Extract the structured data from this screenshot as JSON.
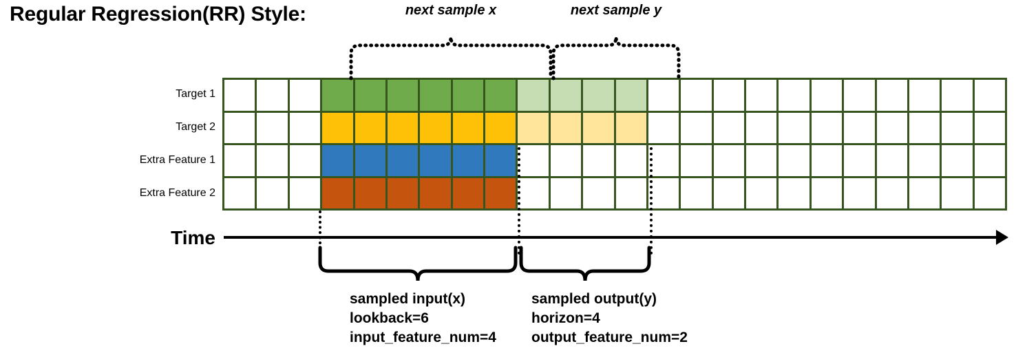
{
  "title": "Regular Regression(RR) Style:",
  "colors": {
    "grid_border": "#37551f",
    "target1_dark": "#6fab4b",
    "target1_light": "#c6ddb4",
    "target2_dark": "#ffc107",
    "target2_light": "#ffe49b",
    "extra1": "#2f79bc",
    "extra2": "#c5540f",
    "empty": "#ffffff",
    "axis": "#000000"
  },
  "rows": [
    {
      "label": "Target 1",
      "name": "target-1"
    },
    {
      "label": "Target 2",
      "name": "target-2"
    },
    {
      "label": "Extra Feature 1",
      "name": "extra-feature-1"
    },
    {
      "label": "Extra Feature 2",
      "name": "extra-feature-2"
    }
  ],
  "grid": {
    "columns": 24,
    "rows": 4,
    "lead_empty_columns": 3,
    "lookback_columns": 6,
    "horizon_columns": 4,
    "fills": [
      [
        "#ffffff",
        "#ffffff",
        "#ffffff",
        "#6fab4b",
        "#6fab4b",
        "#6fab4b",
        "#6fab4b",
        "#6fab4b",
        "#6fab4b",
        "#c6ddb4",
        "#c6ddb4",
        "#c6ddb4",
        "#c6ddb4",
        "#ffffff",
        "#ffffff",
        "#ffffff",
        "#ffffff",
        "#ffffff",
        "#ffffff",
        "#ffffff",
        "#ffffff",
        "#ffffff",
        "#ffffff",
        "#ffffff"
      ],
      [
        "#ffffff",
        "#ffffff",
        "#ffffff",
        "#ffc107",
        "#ffc107",
        "#ffc107",
        "#ffc107",
        "#ffc107",
        "#ffc107",
        "#ffe49b",
        "#ffe49b",
        "#ffe49b",
        "#ffe49b",
        "#ffffff",
        "#ffffff",
        "#ffffff",
        "#ffffff",
        "#ffffff",
        "#ffffff",
        "#ffffff",
        "#ffffff",
        "#ffffff",
        "#ffffff",
        "#ffffff"
      ],
      [
        "#ffffff",
        "#ffffff",
        "#ffffff",
        "#2f79bc",
        "#2f79bc",
        "#2f79bc",
        "#2f79bc",
        "#2f79bc",
        "#2f79bc",
        "#ffffff",
        "#ffffff",
        "#ffffff",
        "#ffffff",
        "#ffffff",
        "#ffffff",
        "#ffffff",
        "#ffffff",
        "#ffffff",
        "#ffffff",
        "#ffffff",
        "#ffffff",
        "#ffffff",
        "#ffffff",
        "#ffffff"
      ],
      [
        "#ffffff",
        "#ffffff",
        "#ffffff",
        "#c5540f",
        "#c5540f",
        "#c5540f",
        "#c5540f",
        "#c5540f",
        "#c5540f",
        "#ffffff",
        "#ffffff",
        "#ffffff",
        "#ffffff",
        "#ffffff",
        "#ffffff",
        "#ffffff",
        "#ffffff",
        "#ffffff",
        "#ffffff",
        "#ffffff",
        "#ffffff",
        "#ffffff",
        "#ffffff",
        "#ffffff"
      ]
    ]
  },
  "time_axis": {
    "label": "Time"
  },
  "top_annotations": [
    {
      "label": "next sample x",
      "name": "next-sample-x"
    },
    {
      "label": "next sample y",
      "name": "next-sample-y"
    }
  ],
  "bottom_annotations": [
    {
      "name": "sampled-input",
      "lines": [
        "sampled input(x)",
        "lookback=6",
        "input_feature_num=4"
      ]
    },
    {
      "name": "sampled-output",
      "lines": [
        "sampled output(y)",
        "horizon=4",
        "output_feature_num=2"
      ]
    }
  ]
}
